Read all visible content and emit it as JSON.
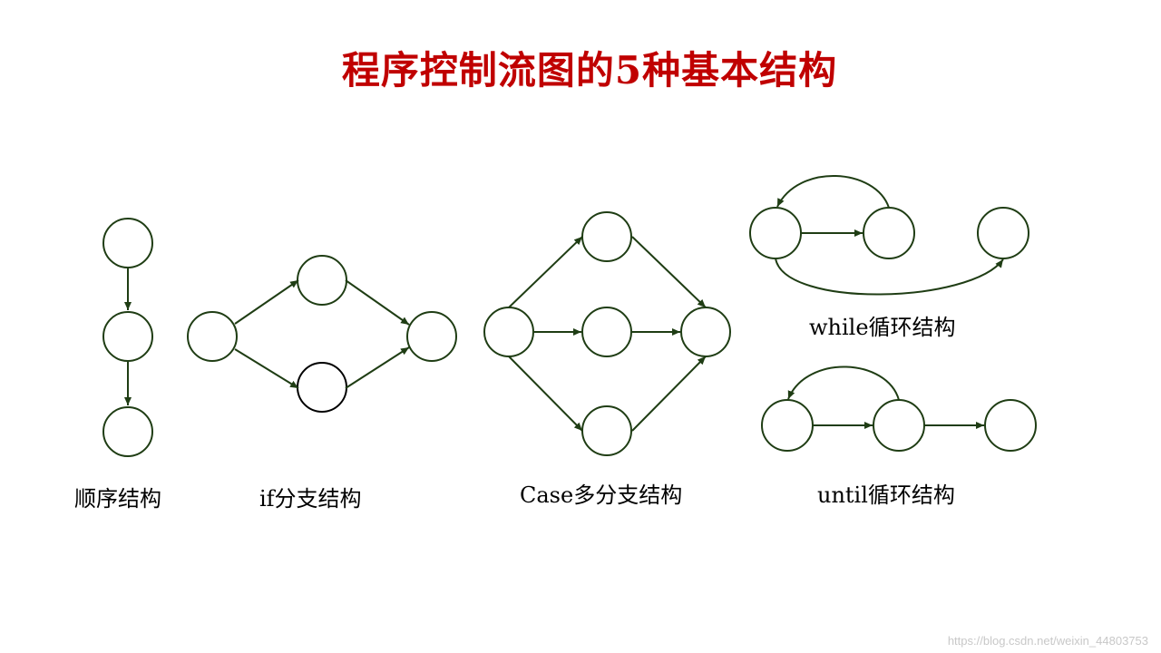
{
  "title": "程序控制流图的5种基本结构",
  "labels": {
    "sequence": "顺序结构",
    "if": "if分支结构",
    "case": "Case多分支结构",
    "while": "while循环结构",
    "until": "until循环结构"
  },
  "watermark": "https://blog.csdn.net/weixin_44803753",
  "colors": {
    "title": "#c00000",
    "node_stroke": "#1f3d14",
    "edge": "#1f3d14",
    "node_stroke_alt": "#000000"
  }
}
